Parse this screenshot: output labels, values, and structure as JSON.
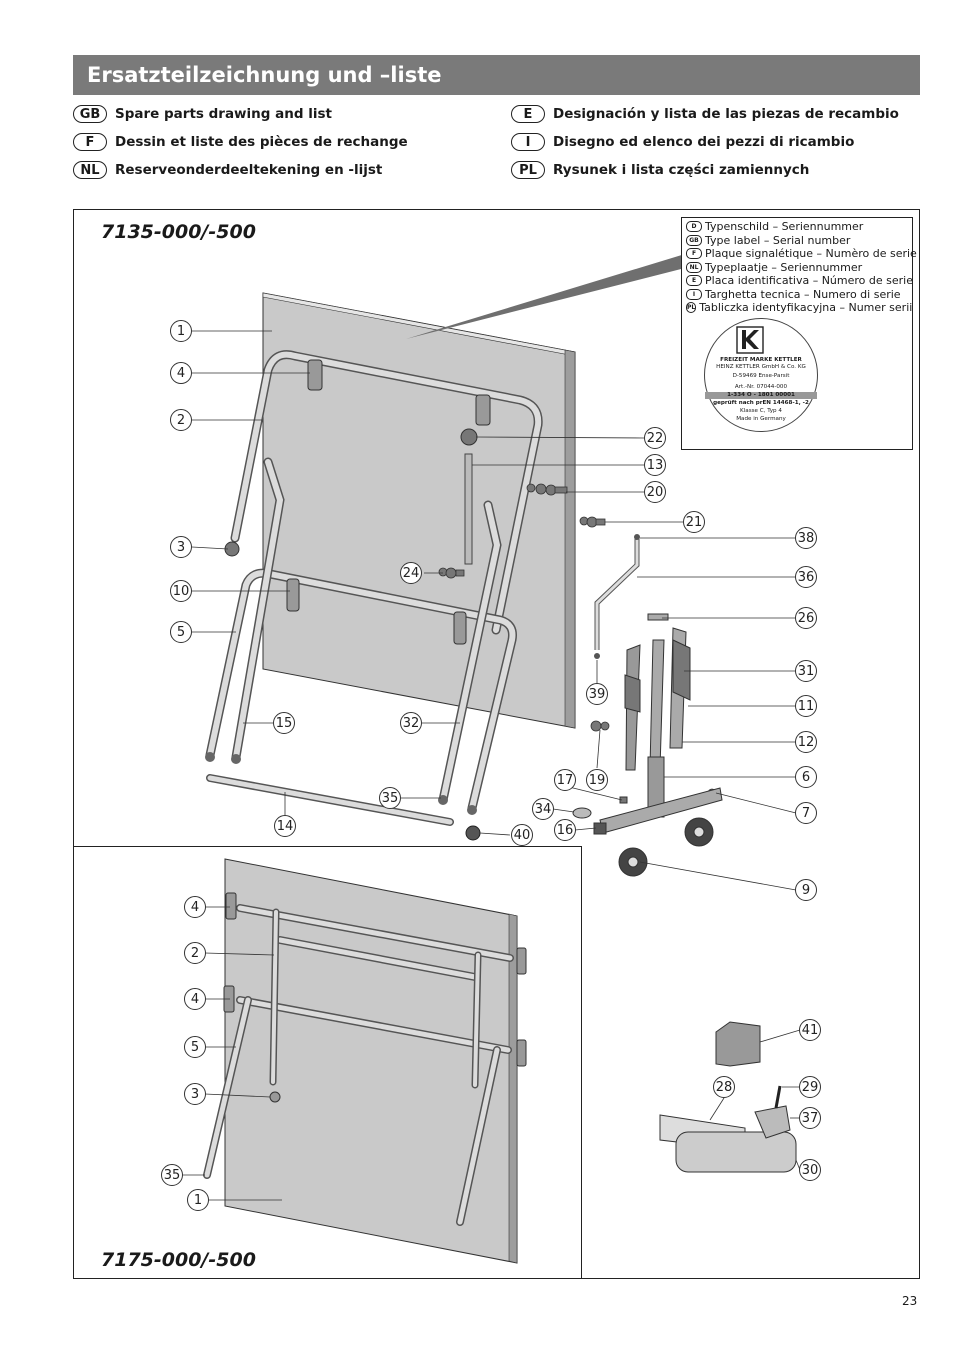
{
  "page_title": "Ersatzteilzeichnung und –liste",
  "languages": [
    {
      "code": "GB",
      "text": "Spare parts drawing and list"
    },
    {
      "code": "F",
      "text": "Dessin et liste des pièces de rechange"
    },
    {
      "code": "NL",
      "text": "Reserveonderdeeltekening en -lijst"
    },
    {
      "code": "E",
      "text": "Designación y lista de las piezas de recambio"
    },
    {
      "code": "I",
      "text": "Disegno ed elenco dei pezzi di ricambio"
    },
    {
      "code": "PL",
      "text": "Rysunek i lista części zamiennych"
    }
  ],
  "models": {
    "top": "7135-000/-500",
    "bottom": "7175-000/-500"
  },
  "type_label": {
    "entries": [
      {
        "code": "D",
        "text": "Typenschild – Seriennummer"
      },
      {
        "code": "GB",
        "text": "Type label – Serial number"
      },
      {
        "code": "F",
        "text": "Plaque signalétique – Numèro de serie"
      },
      {
        "code": "NL",
        "text": "Typeplaatje – Seriennummer"
      },
      {
        "code": "E",
        "text": "Placa identificativa – Número de serie"
      },
      {
        "code": "I",
        "text": "Targhetta tecnica – Numero di serie"
      },
      {
        "code": "PL",
        "text": "Tabliczka identyfikacyjna – Numer serii"
      }
    ],
    "seal_lines": [
      "FREIZEIT MARKE KETTLER",
      "HEINZ KETTLER GmbH & Co. KG",
      "D-59469 Ense-Parsit",
      "",
      "Art.-Nr. 07044-000",
      "1-334 O - 1801 00001",
      "geprüft nach prEN 14468-1, -2",
      "Klasse C, Typ 4",
      "Made in Germany"
    ]
  },
  "callouts_top": [
    "1",
    "4",
    "2",
    "3",
    "10",
    "5",
    "15",
    "32",
    "35",
    "14",
    "22",
    "13",
    "20",
    "21",
    "24",
    "38",
    "36",
    "26",
    "31",
    "11",
    "39",
    "12",
    "17",
    "19",
    "6",
    "34",
    "7",
    "16",
    "40",
    "9"
  ],
  "callouts_bottom": [
    "4",
    "2",
    "4",
    "5",
    "3",
    "35",
    "1"
  ],
  "callouts_right": [
    "41",
    "28",
    "29",
    "37",
    "30"
  ],
  "page_number": "23"
}
